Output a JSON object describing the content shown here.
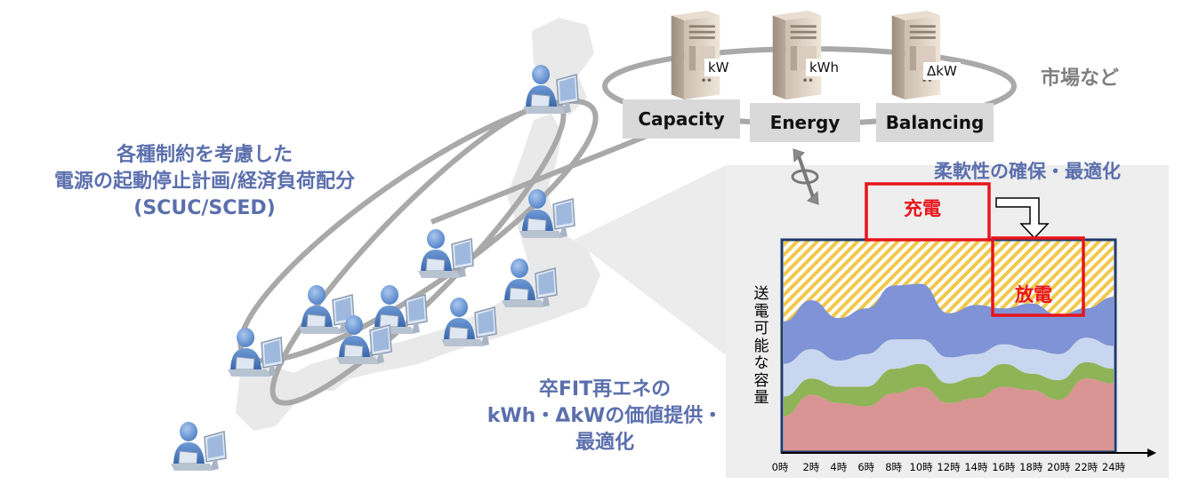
{
  "left_text": {
    "line1": "各種制約を考慮した",
    "line2": "電源の起動停止計画/経済負荷配分",
    "line3": "(SCUC/SCED)"
  },
  "market": {
    "label": "市場など",
    "boxes": [
      "Capacity",
      "Energy",
      "Balancing"
    ],
    "units": [
      "kW",
      "kWh",
      "ΔkW"
    ]
  },
  "panel": {
    "title": "柔軟性の確保・最適化",
    "charge": "充電",
    "discharge": "放電",
    "ylabel": "送電可能な容量"
  },
  "bottom_text": {
    "line1": "卒FIT再エネの",
    "line2": "kWh・ΔkWの価値提供・",
    "line3": "最適化"
  },
  "colors": {
    "heading_blue": "#5b6fad",
    "chart_blue": "#7f93d6",
    "chart_lightblue": "#c8d7ef",
    "chart_green": "#8fb458",
    "chart_pink": "#d99494",
    "highlight_red": "#e8141b",
    "hatch_yellow": "#f2c84b"
  },
  "chart_data": {
    "type": "area",
    "ylabel": "送電可能な容量",
    "x": [
      "0時",
      "2時",
      "4時",
      "6時",
      "8時",
      "10時",
      "12時",
      "14時",
      "16時",
      "18時",
      "20時",
      "22時",
      "24時"
    ],
    "series": [
      {
        "values": [
          0.22,
          0.35,
          0.3,
          0.28,
          0.36,
          0.4,
          0.3,
          0.33,
          0.4,
          0.38,
          0.32,
          0.45,
          0.42
        ]
      },
      {
        "values": [
          0.12,
          0.1,
          0.1,
          0.12,
          0.15,
          0.14,
          0.12,
          0.13,
          0.14,
          0.1,
          0.12,
          0.1,
          0.09
        ]
      },
      {
        "values": [
          0.2,
          0.18,
          0.16,
          0.2,
          0.18,
          0.15,
          0.16,
          0.14,
          0.12,
          0.15,
          0.16,
          0.15,
          0.14
        ]
      },
      {
        "values": [
          0.26,
          0.3,
          0.26,
          0.28,
          0.33,
          0.34,
          0.27,
          0.3,
          0.22,
          0.28,
          0.24,
          0.18,
          0.3
        ]
      }
    ],
    "ylim": [
      0,
      1.3
    ]
  }
}
